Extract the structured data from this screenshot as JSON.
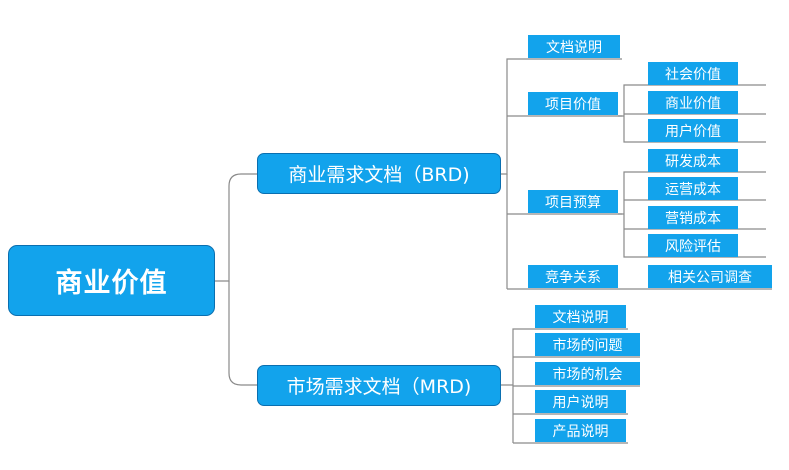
{
  "root": {
    "label": "商业价值"
  },
  "brd": {
    "label": "商业需求文档（BRD)",
    "children": [
      {
        "label": "文档说明"
      },
      {
        "label": "项目价值",
        "children": [
          {
            "label": "社会价值"
          },
          {
            "label": "商业价值"
          },
          {
            "label": "用户价值"
          }
        ]
      },
      {
        "label": "项目预算",
        "children": [
          {
            "label": "研发成本"
          },
          {
            "label": "运营成本"
          },
          {
            "label": "营销成本"
          },
          {
            "label": "风险评估"
          }
        ]
      },
      {
        "label": "竞争关系",
        "children": [
          {
            "label": "相关公司调查"
          }
        ]
      }
    ]
  },
  "mrd": {
    "label": "市场需求文档（MRD)",
    "children": [
      {
        "label": "文档说明"
      },
      {
        "label": "市场的问题"
      },
      {
        "label": "市场的机会"
      },
      {
        "label": "用户说明"
      },
      {
        "label": "产品说明"
      }
    ]
  },
  "colors": {
    "node_fill": "#12a3ec",
    "node_border": "#0a6fb0",
    "connector": "#8a8a8a",
    "text": "#ffffff"
  }
}
